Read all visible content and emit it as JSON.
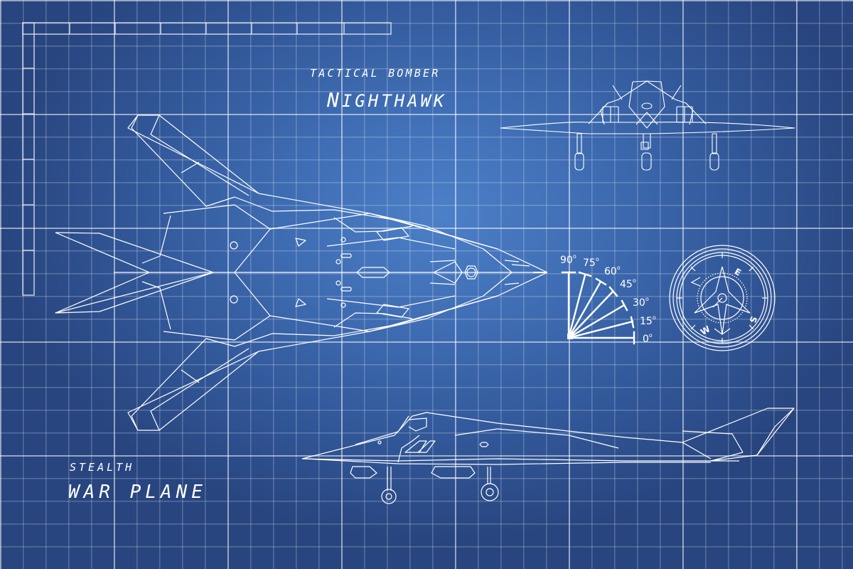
{
  "header": {
    "subtitle": "TACTICAL BOMBER",
    "title_first": "N",
    "title_rest": "IGHTHAWK"
  },
  "footer": {
    "line1": "STEALTH",
    "line2": "WAR PLANE"
  },
  "angle_gauge": {
    "labels": [
      "90",
      "75",
      "60",
      "45",
      "30",
      "15",
      "0"
    ],
    "degree_symbol": "o"
  },
  "compass": {
    "letters": [
      "E",
      "S",
      "W"
    ]
  },
  "colors": {
    "background_center": "#4c80c8",
    "background_edge": "#28457f",
    "line": "#ffffff"
  }
}
